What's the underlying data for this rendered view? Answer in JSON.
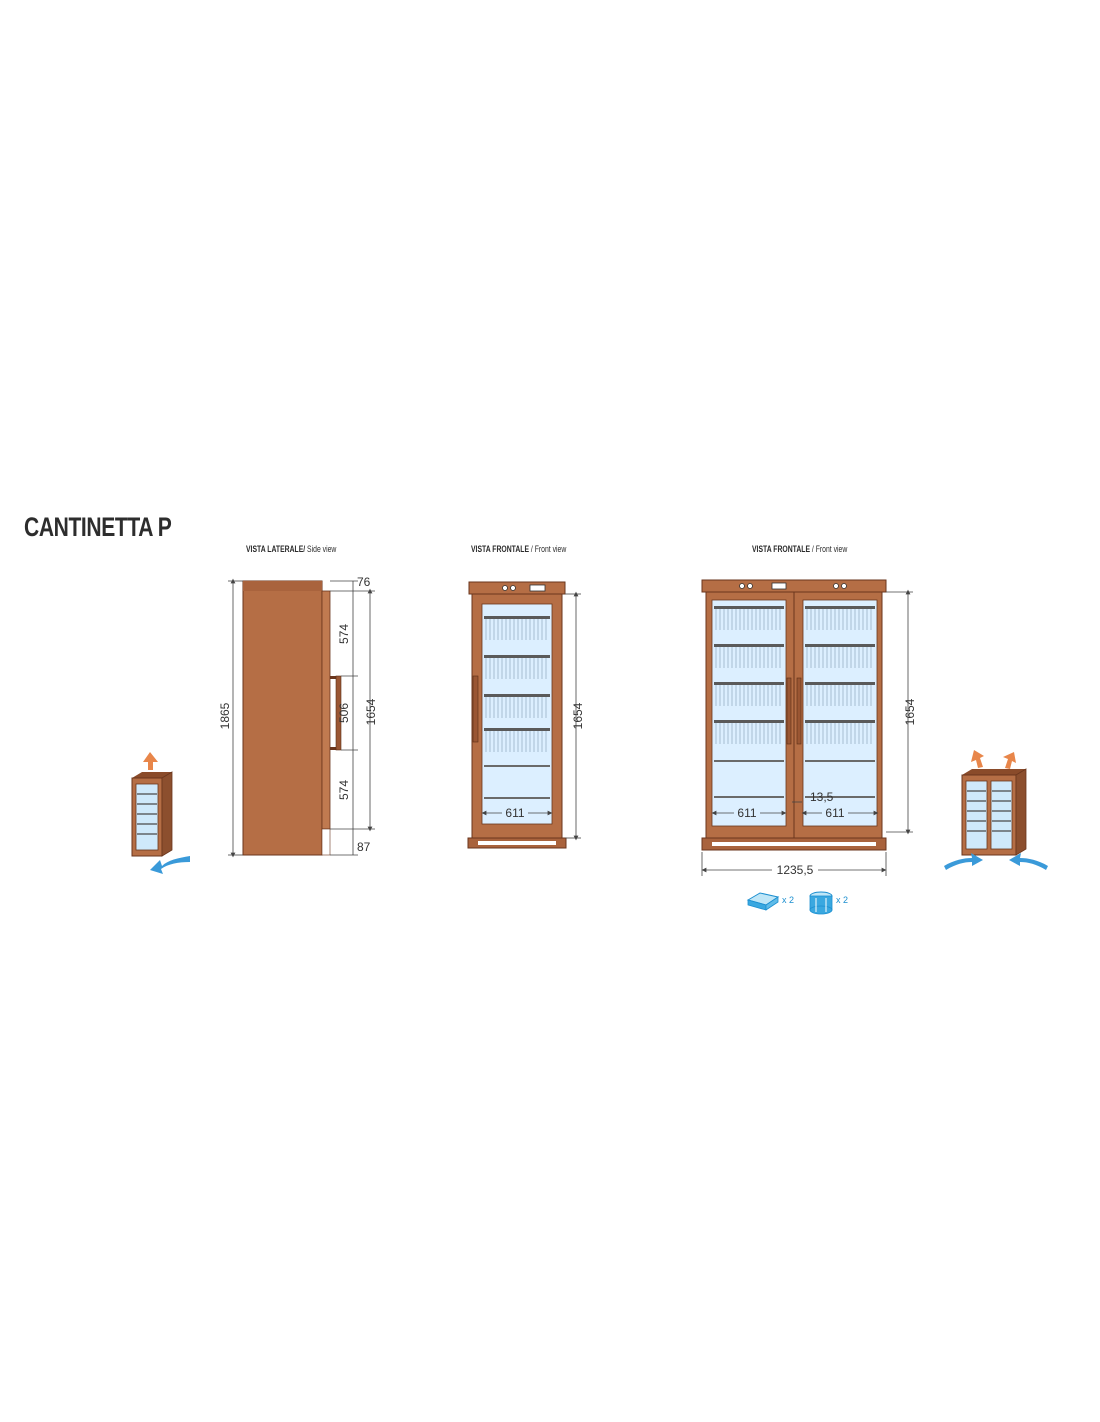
{
  "title": "CANTINETTA P",
  "views": {
    "side": {
      "label": "VISTA LATERALE/",
      "sub": " Side view"
    },
    "front": {
      "label": "VISTA FRONTALE",
      "sub": " / Front view"
    },
    "front_double": {
      "label": "VISTA FRONTALE",
      "sub": " / Front view"
    }
  },
  "dimensions": {
    "side_top": "76",
    "side_upper": "574",
    "side_handle": "506",
    "side_lower": "574",
    "side_base": "87",
    "side_total": "1865",
    "side_door": "1654",
    "front_height": "1654",
    "front_width": "611",
    "double_height": "1654",
    "double_width_left": "611",
    "double_width_right": "611",
    "double_gap": "13,5",
    "double_total": "1235,5"
  },
  "accessories": [
    {
      "icon": "shelf-tray-icon",
      "qty": "x 2"
    },
    {
      "icon": "bottle-rack-icon",
      "qty": "x 2"
    }
  ],
  "colors": {
    "wood": "#b56e45",
    "wood_dark": "#7a4226",
    "glass": "#dcefff",
    "airflow_in": "#3a9ad9",
    "airflow_out": "#e8864a"
  }
}
